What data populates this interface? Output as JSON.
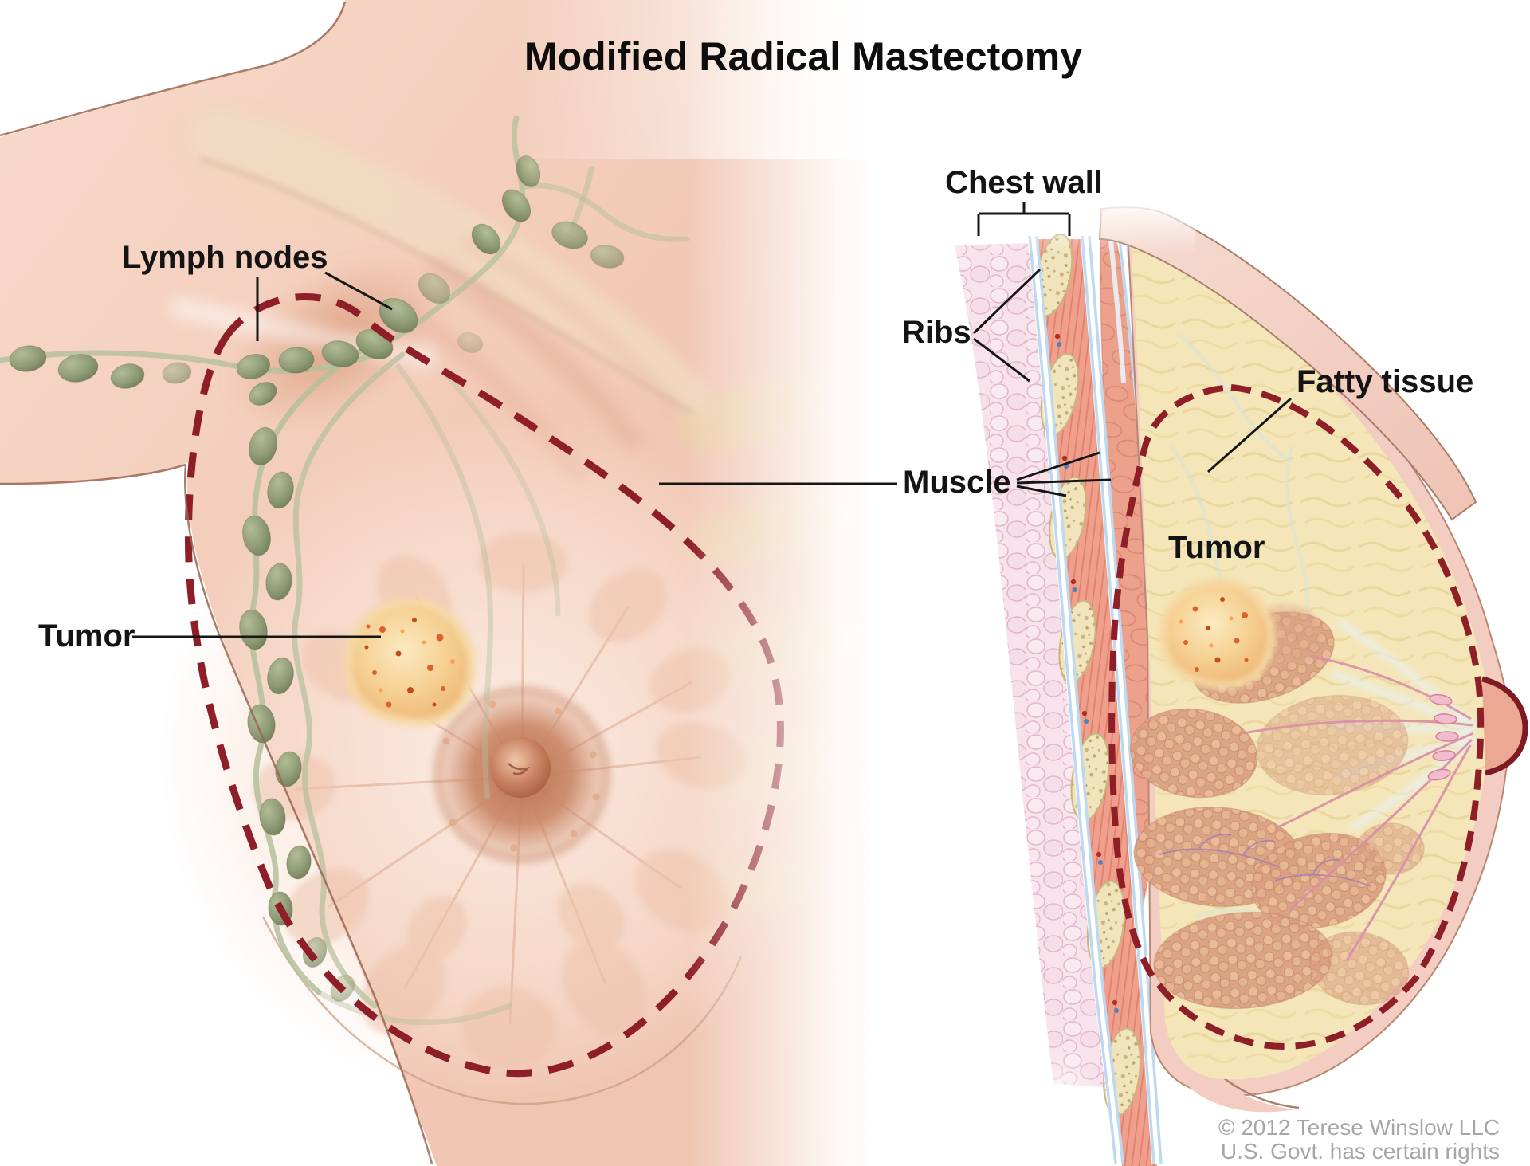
{
  "title": "Modified Radical Mastectomy",
  "left_view": {
    "description": "front view of breast with lymph node chains and incision outline",
    "labels": {
      "lymph_nodes": "Lymph nodes",
      "tumor": "Tumor"
    }
  },
  "right_view": {
    "description": "cross-section of breast and chest wall",
    "labels": {
      "chest_wall": "Chest wall",
      "ribs": "Ribs",
      "muscle": "Muscle",
      "fatty_tissue": "Fatty tissue",
      "tumor": "Tumor"
    }
  },
  "credit": {
    "line1": "© 2012 Terese Winslow LLC",
    "line2": "U.S. Govt. has certain rights"
  },
  "colors": {
    "incision_dash": "#8E1E28",
    "label_text": "#141414",
    "credit_text": "#A6A6A6",
    "skin": "#F2CBB8",
    "fatty_tissue": "#F3E4B4",
    "muscle": "#EE9E8A",
    "lymph_node": "#8F9B76",
    "tumor": "#F2BD7C",
    "fascia": "#BCD9F0",
    "bone": "#F0E3BB",
    "areola": "#C57D5F"
  }
}
